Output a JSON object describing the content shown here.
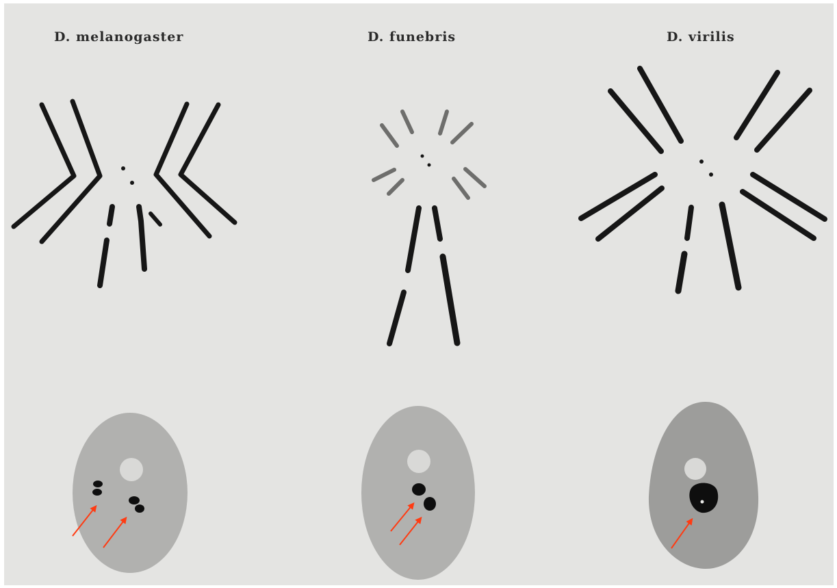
{
  "figure": {
    "species_labels": [
      "D. melanogaster",
      "D. funebris",
      "D. virilis"
    ]
  },
  "colors": {
    "paper": "#e4e4e2",
    "chromosome": "#161616",
    "nucleus": "#b1b1af",
    "nucleolus": "#d9d9d7",
    "arrow": "#ff3b12"
  },
  "panels": [
    {
      "species": "D. melanogaster",
      "chromocenter_body_count": 2,
      "marker_arrow_count": 2
    },
    {
      "species": "D. funebris",
      "chromocenter_body_count": 2,
      "marker_arrow_count": 2
    },
    {
      "species": "D. virilis",
      "chromocenter_body_count": 1,
      "marker_arrow_count": 1
    }
  ]
}
